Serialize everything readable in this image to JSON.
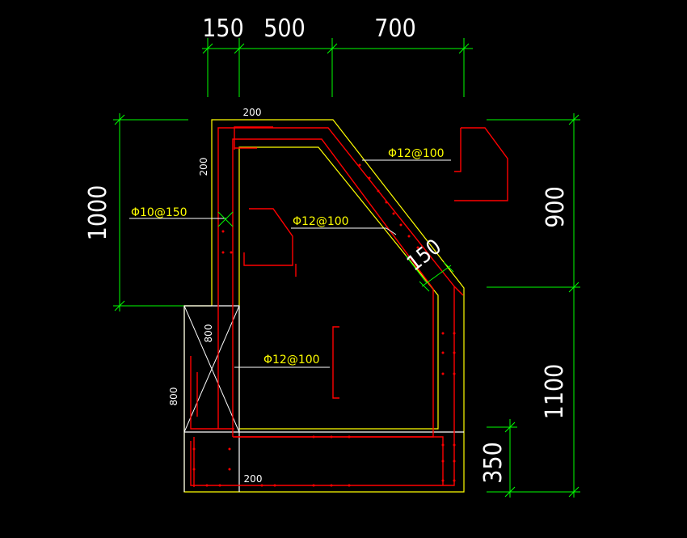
{
  "colors": {
    "background": "#000000",
    "dimension": "#00ff00",
    "outline": "#ffffff",
    "concrete_edge": "#ffff00",
    "rebar": "#ff0000"
  },
  "top_dims": [
    "150",
    "500",
    "700"
  ],
  "left_dims": [
    "1000"
  ],
  "right_dims": [
    "900",
    "1100",
    "350"
  ],
  "inline_dims": {
    "top_200": "200",
    "side_200": "200",
    "bottom_200": "200",
    "col_800_a": "800",
    "col_800_b": "800",
    "diag_150": "150"
  },
  "rebar_notes": {
    "slope": "Φ12@100",
    "middle": "Φ12@100",
    "lower": "Φ12@100",
    "stirrup": "Φ10@150"
  }
}
